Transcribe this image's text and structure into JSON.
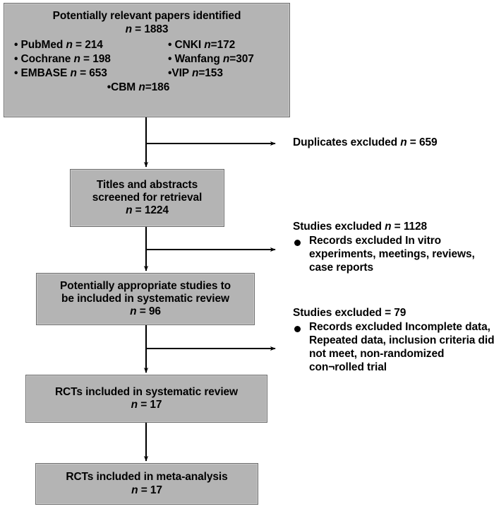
{
  "diagram": {
    "type": "prisma-flow-diagram",
    "colors": {
      "box_fill": "#b4b4b4",
      "box_border": "#6e6e6e",
      "text": "#000000",
      "background": "#ffffff",
      "connector": "#000000"
    },
    "boxes": {
      "sources": {
        "heading": "Potentially relevant papers identified",
        "total_label": "n",
        "total_eq": "= 1883",
        "n_total": 1883,
        "entries": [
          {
            "label": "• PubMed",
            "n_text": "= 214",
            "value": 214
          },
          {
            "label": "• CNKI",
            "n_text": "=172",
            "value": 172
          },
          {
            "label": "• Cochrane",
            "n_text": "= 198",
            "value": 198
          },
          {
            "label": "• Wanfang",
            "n_text": "=307",
            "value": 307
          },
          {
            "label": "• EMBASE",
            "n_text": "= 653",
            "value": 653
          },
          {
            "label": "•VIP",
            "n_text": "=153",
            "value": 153
          }
        ],
        "last_entry": {
          "label": "•CBM",
          "n_text": "=186",
          "value": 186
        }
      },
      "screened": {
        "line1": "Titles and abstracts",
        "line2": "screened for retrieval",
        "n_text": "= 1224",
        "n_value": 1224
      },
      "appropriate": {
        "line1": "Potentially appropriate studies to",
        "line2": "be included in systematic review",
        "n_text": "= 96",
        "n_value": 96
      },
      "rct_systematic_review": {
        "line1": "RCTs included in systematic review",
        "n_text": "= 17",
        "n_value": 17
      },
      "rct_meta_analysis": {
        "line1": "RCTs included in meta-analysis",
        "n_text": "= 17",
        "n_value": 17
      }
    },
    "side_labels": {
      "duplicates": {
        "text_before": "Duplicates excluded  ",
        "n_symbol": "n",
        "n_text": " = 659",
        "n_value": 659
      },
      "excluded_1": {
        "head_before": "Studies excluded  ",
        "head_n_symbol": "n",
        "head_n_text": " = 1128",
        "n_value": 1128,
        "item": "Records excluded In vitro experiments, meetings, reviews, case reports"
      },
      "excluded_2": {
        "head_before": "Studies excluded  = 79",
        "head_n_symbol": "",
        "head_n_text": "",
        "n_value": 79,
        "item": "Records excluded Incomplete data, Repeated data, inclusion criteria did not meet, non-randomized con¬rolled trial"
      }
    },
    "italic_n": "n"
  }
}
